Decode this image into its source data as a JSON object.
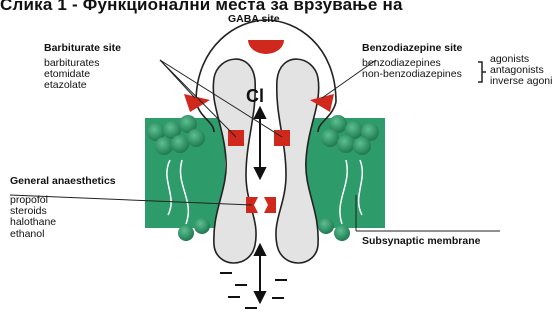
{
  "figure": {
    "title": "Слика 1 - Функционални места за врзување на"
  },
  "labels": {
    "gaba_site": "GABA site",
    "barbiturate_site": "Barbiturate site",
    "barbiturates": [
      "barbiturates",
      "etomidate",
      "etazolate"
    ],
    "benzodiazepine_site": "Benzodiazepine site",
    "benzodiazepines": [
      "benzodiazepines",
      "non-benzodiazepines"
    ],
    "effects": [
      "agonists",
      "antagonists",
      "inverse agonists"
    ],
    "chloride": "Cl",
    "general_anaesthetics": "General anaesthetics",
    "anaesthetics": [
      "propofol",
      "steroids",
      "halothane",
      "ethanol"
    ],
    "membrane": "Subsynaptic membrane"
  },
  "colors": {
    "membrane_green": "#2e9b6a",
    "membrane_dark": "#1f6f4a",
    "channel_gray": "#e3e3e3",
    "site_red": "#d0281c"
  }
}
